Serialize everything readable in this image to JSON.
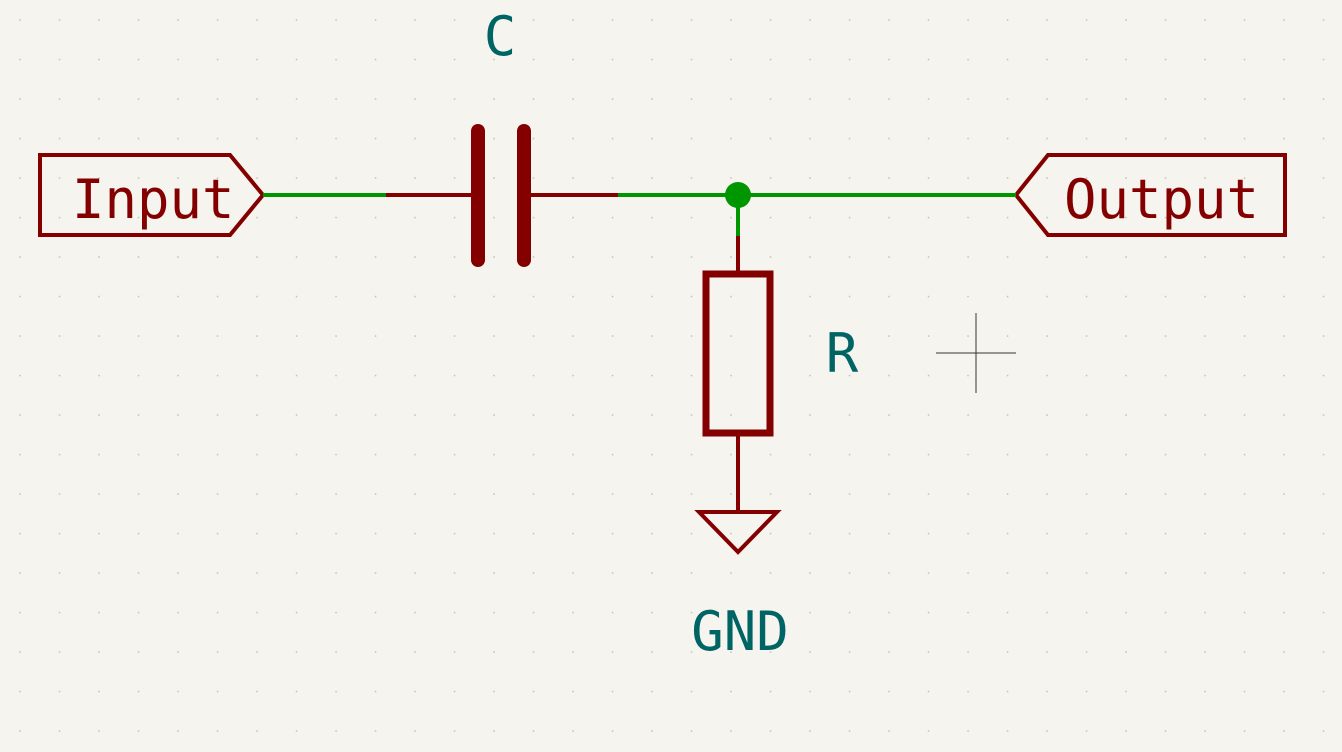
{
  "colors": {
    "background": "#f5f4ef",
    "grid_dot": "#c4c2b8",
    "symbol": "#840000",
    "wire": "#009600",
    "reference_text": "#006464",
    "net_label_text": "#840000",
    "cursor": "#000000"
  },
  "schematic": {
    "input_label": "Input",
    "output_label": "Output",
    "capacitor_ref": "C",
    "resistor_ref": "R",
    "ground_label": "GND"
  }
}
